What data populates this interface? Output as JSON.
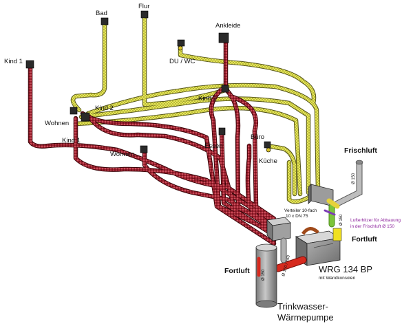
{
  "rooms": {
    "bad": "Bad",
    "flur": "Flur",
    "ankleide": "Ankleide",
    "kind1_top": "Kind 1",
    "du_wc": "DU / WC",
    "kind2_left": "Kind 2",
    "kind2_right": "Kind 2",
    "wohnen_left": "Wohnen",
    "kind1_mid": "Kind 1",
    "wohnen_mid": "Wohnen",
    "essen": "Essen",
    "buero": "Büro",
    "kueche": "Küche"
  },
  "equipment": {
    "frischluft": "Frischluft",
    "fortluft_right": "Fortluft",
    "fortluft_left": "Fortluft",
    "verteiler_line1": "Verteiler 10-fach",
    "verteiler_line2": "10 x DN 75",
    "heater_line1": "Lufterhitzer für Abbauung",
    "heater_line2": "in der Frischluft Ø 150",
    "wrg_name": "WRG 134 BP",
    "wrg_sub": "mit Wandkonsolen",
    "pump_line1": "Trinkwasser-",
    "pump_line2": "Wärmepumpe",
    "dim_150_a": "Ø 150",
    "dim_150_b": "Ø 150",
    "dim_150_160": "Ø 150 / 160",
    "dim_150_c": "Ø 150"
  },
  "colors": {
    "supply": "#d8d84a",
    "extract": "#9c1c2a",
    "fresh": "#a8a8a8",
    "heater": "#7cc43a",
    "exhaust": "#d62a1e",
    "unit": "#8c8c8c"
  }
}
